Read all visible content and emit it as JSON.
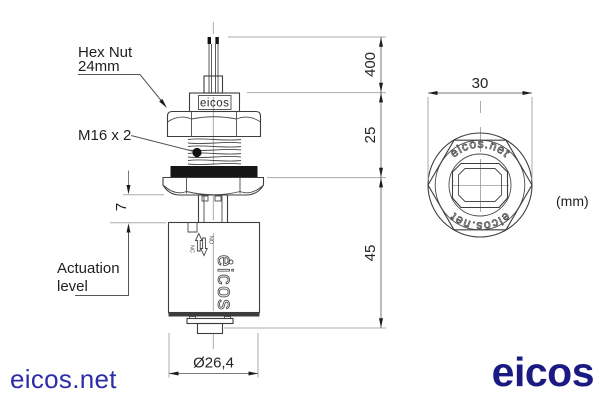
{
  "front_view": {
    "callouts": {
      "hex_nut_line1": "Hex Nut",
      "hex_nut_line2": "24mm",
      "thread_spec": "M16 x 2",
      "actuation_line1": "Actuation",
      "actuation_line2": "level"
    },
    "dimensions": {
      "cable_length": "400",
      "housing_height": "25",
      "float_height": "45",
      "actuation_offset": "7",
      "float_diameter": "Ø26,4"
    },
    "markings": {
      "cap_logo": "eicos",
      "float_logo": "eicos",
      "switch_no": "NO",
      "switch_nc": "NC"
    }
  },
  "top_view": {
    "width_dim": "30",
    "ring_text_top": "eicos.net",
    "ring_text_bottom": "eicos.net",
    "units_note": "(mm)"
  },
  "footer": {
    "website": "eicos.net",
    "brand": "eicos"
  },
  "colors": {
    "website_blue": "#2d2da8",
    "brand_navy": "#1a1a82"
  }
}
